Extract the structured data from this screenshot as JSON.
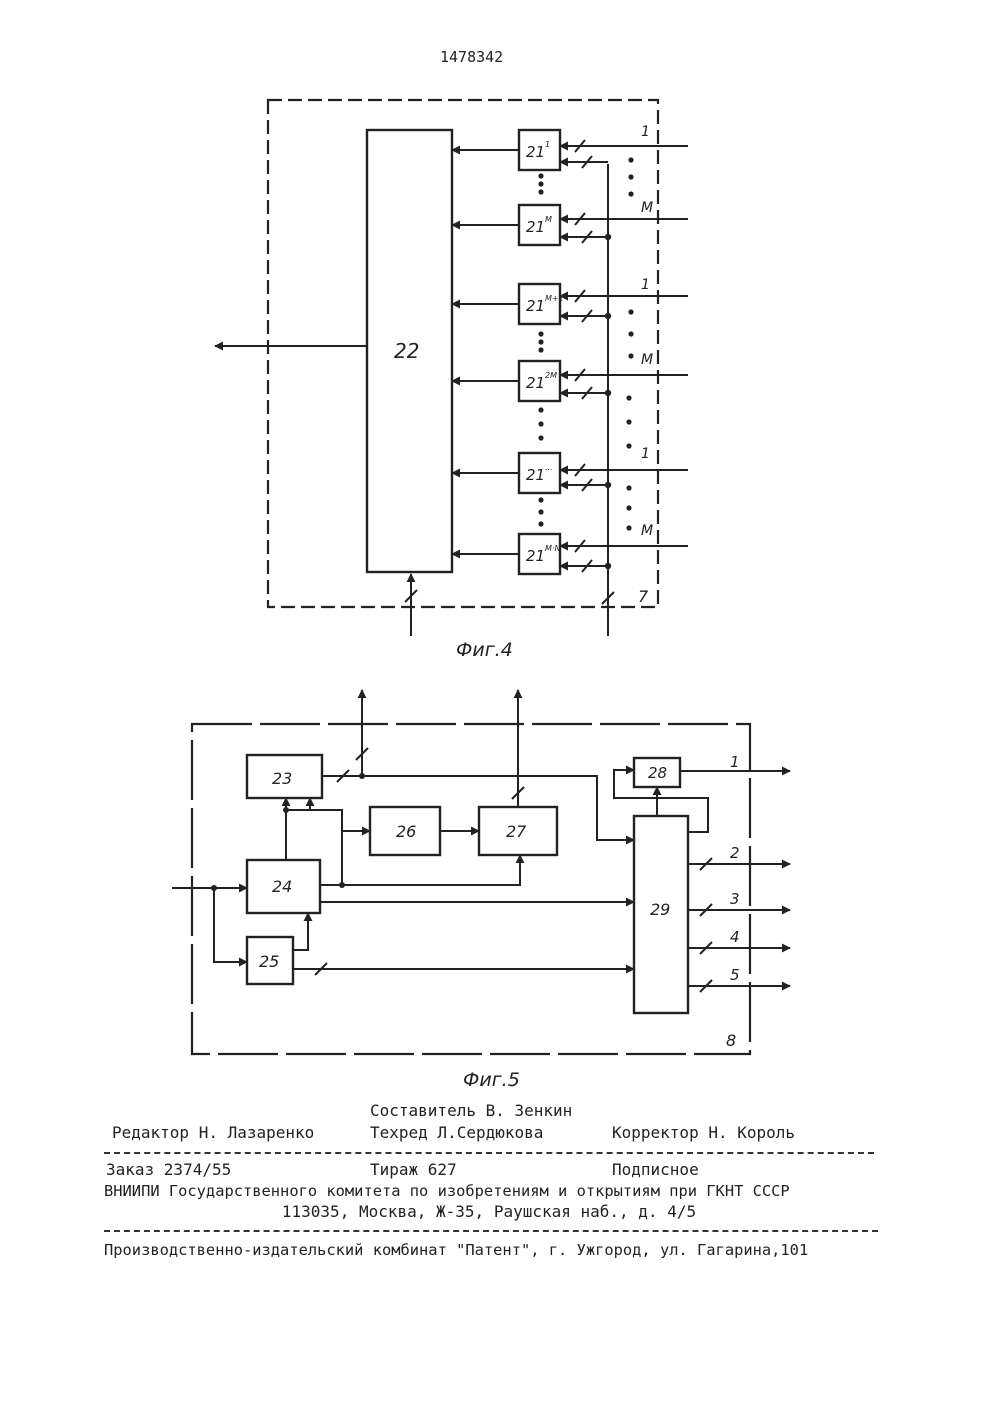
{
  "patent_number": "1478342",
  "fig4": {
    "caption": "Фиг.4",
    "block_22": "22",
    "frame_label": "7",
    "blocks": [
      {
        "label": "21",
        "sup": "1"
      },
      {
        "label": "21",
        "sup": "M"
      },
      {
        "label": "21",
        "sup": "M+1"
      },
      {
        "label": "21",
        "sup": "2M"
      },
      {
        "label": "21",
        "sup": "..."
      },
      {
        "label": "21",
        "sup": "M·N"
      }
    ],
    "input_labels": [
      "1",
      "M",
      "1",
      "M",
      "1",
      "M"
    ]
  },
  "fig5": {
    "caption": "Фиг.5",
    "frame_label": "8",
    "blocks": {
      "b23": "23",
      "b24": "24",
      "b25": "25",
      "b26": "26",
      "b27": "27",
      "b28": "28",
      "b29": "29"
    },
    "output_labels": [
      "1",
      "2",
      "3",
      "4",
      "5"
    ]
  },
  "colophon": {
    "editor": "Редактор Н. Лазаренко",
    "compiler": "Составитель В. Зенкин",
    "techred": "Техред Л.Сердюкова",
    "corrector": "Корректор Н. Король",
    "order": "Заказ 2374/55",
    "circulation": "Тираж 627",
    "subscription": "Подписное",
    "org": "ВНИИПИ Государственного комитета по изобретениям и открытиям при ГКНТ СССР",
    "address": "113035, Москва, Ж-35, Раушская наб., д. 4/5",
    "printer": "Производственно-издательский комбинат \"Патент\", г. Ужгород, ул. Гагарина,101"
  }
}
